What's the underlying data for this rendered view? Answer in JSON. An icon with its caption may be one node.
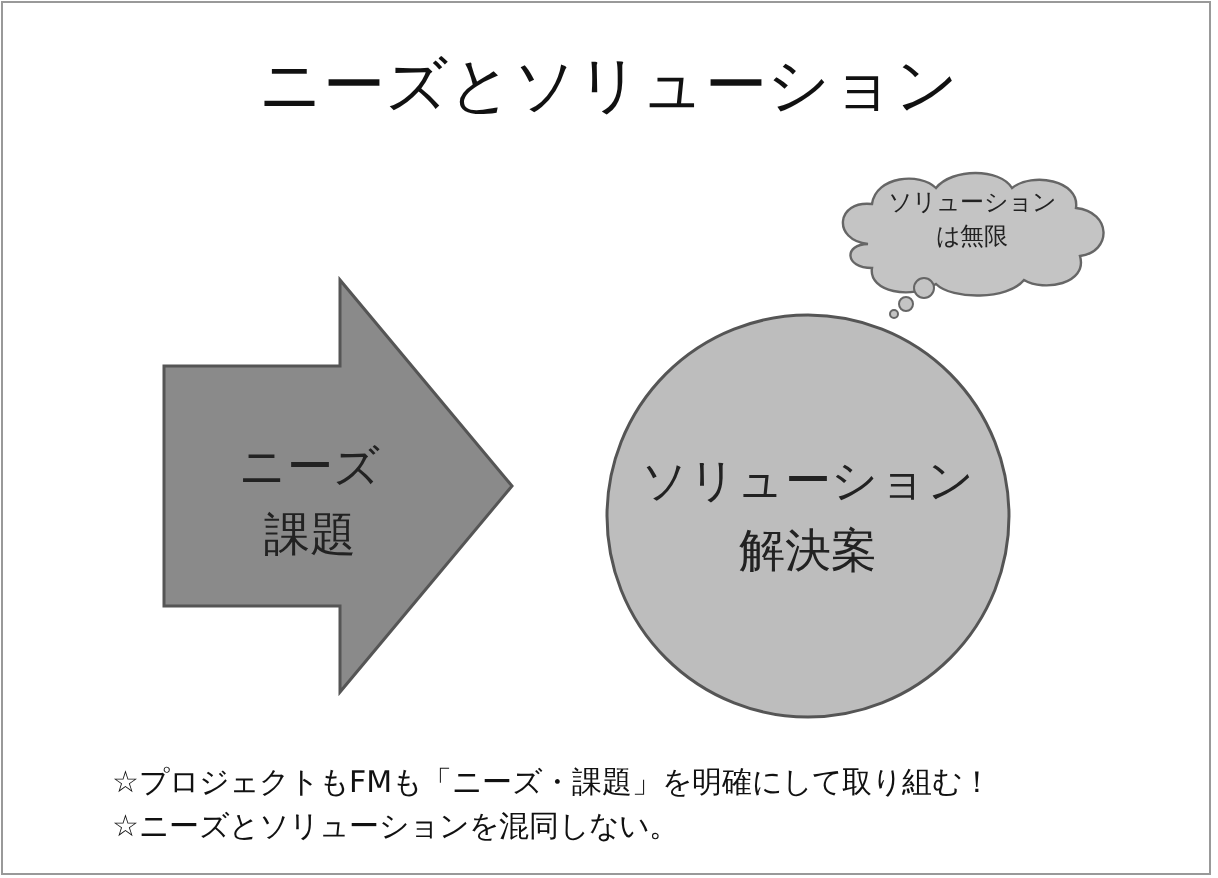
{
  "diagram": {
    "title": "ニーズとソリューション",
    "nodes": [
      {
        "text": [
          "ニーズ",
          "課題"
        ]
      },
      {
        "text": [
          "ソリューション",
          "解決案"
        ]
      },
      {
        "text": [
          "ソリューションは無限"
        ]
      }
    ],
    "labels": [
      "☆プロジェクトもFMも「ニーズ・課題」を明確にして取り組む！",
      "☆ニーズとソリューションを混同しない。"
    ]
  }
}
